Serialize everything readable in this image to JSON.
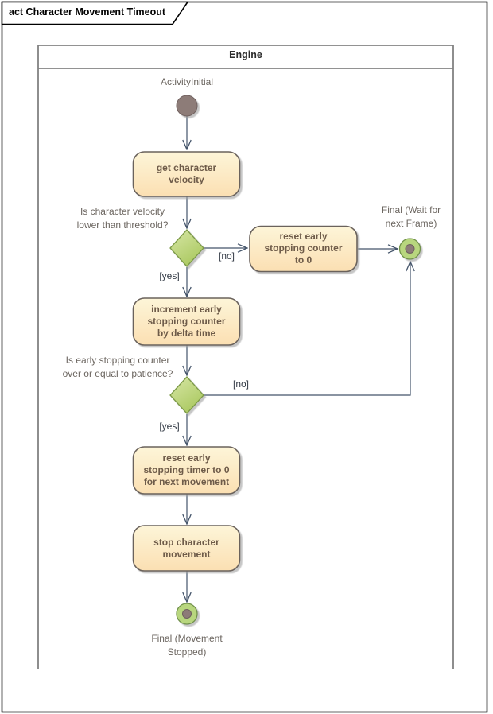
{
  "diagram": {
    "title": "act Character Movement Timeout",
    "frame_label": "Engine",
    "layout_hint": "activity diagram; frame open at bottom"
  },
  "labels": {
    "initial": "ActivityInitial",
    "final_wait": "Final (Wait for\nnext Frame)",
    "final_stopped": "Final (Movement\nStopped)"
  },
  "actions": {
    "get_velocity": "get character\nvelocity",
    "reset_counter": "reset early\nstopping counter\nto 0",
    "increment_counter": "increment early\nstopping counter\nby delta time",
    "reset_timer": "reset early\nstopping timer to 0\nfor next movement",
    "stop_movement": "stop character\nmovement"
  },
  "decisions": {
    "velocity_check": "Is character velocity\nlower than threshold?",
    "patience_check": "Is early stopping counter\nover or equal to patience?"
  },
  "guards": {
    "no": "[no]",
    "yes": "[yes]"
  },
  "colors": {
    "action_fill_top": "#fdf5d8",
    "action_fill_bottom": "#fbdfb2",
    "action_border": "#6b625b",
    "action_text": "#6e5b49",
    "decision_fill_top": "#d7e6a6",
    "decision_fill_bottom": "#abc961",
    "decision_border": "#7c9a47",
    "final_ring_fill": "#b8d67e",
    "final_ring_border": "#71914b",
    "initial_node_fill": "#8d7b78",
    "edge": "#44546a",
    "note_text": "#6b655f",
    "frame_border": "#828282"
  }
}
